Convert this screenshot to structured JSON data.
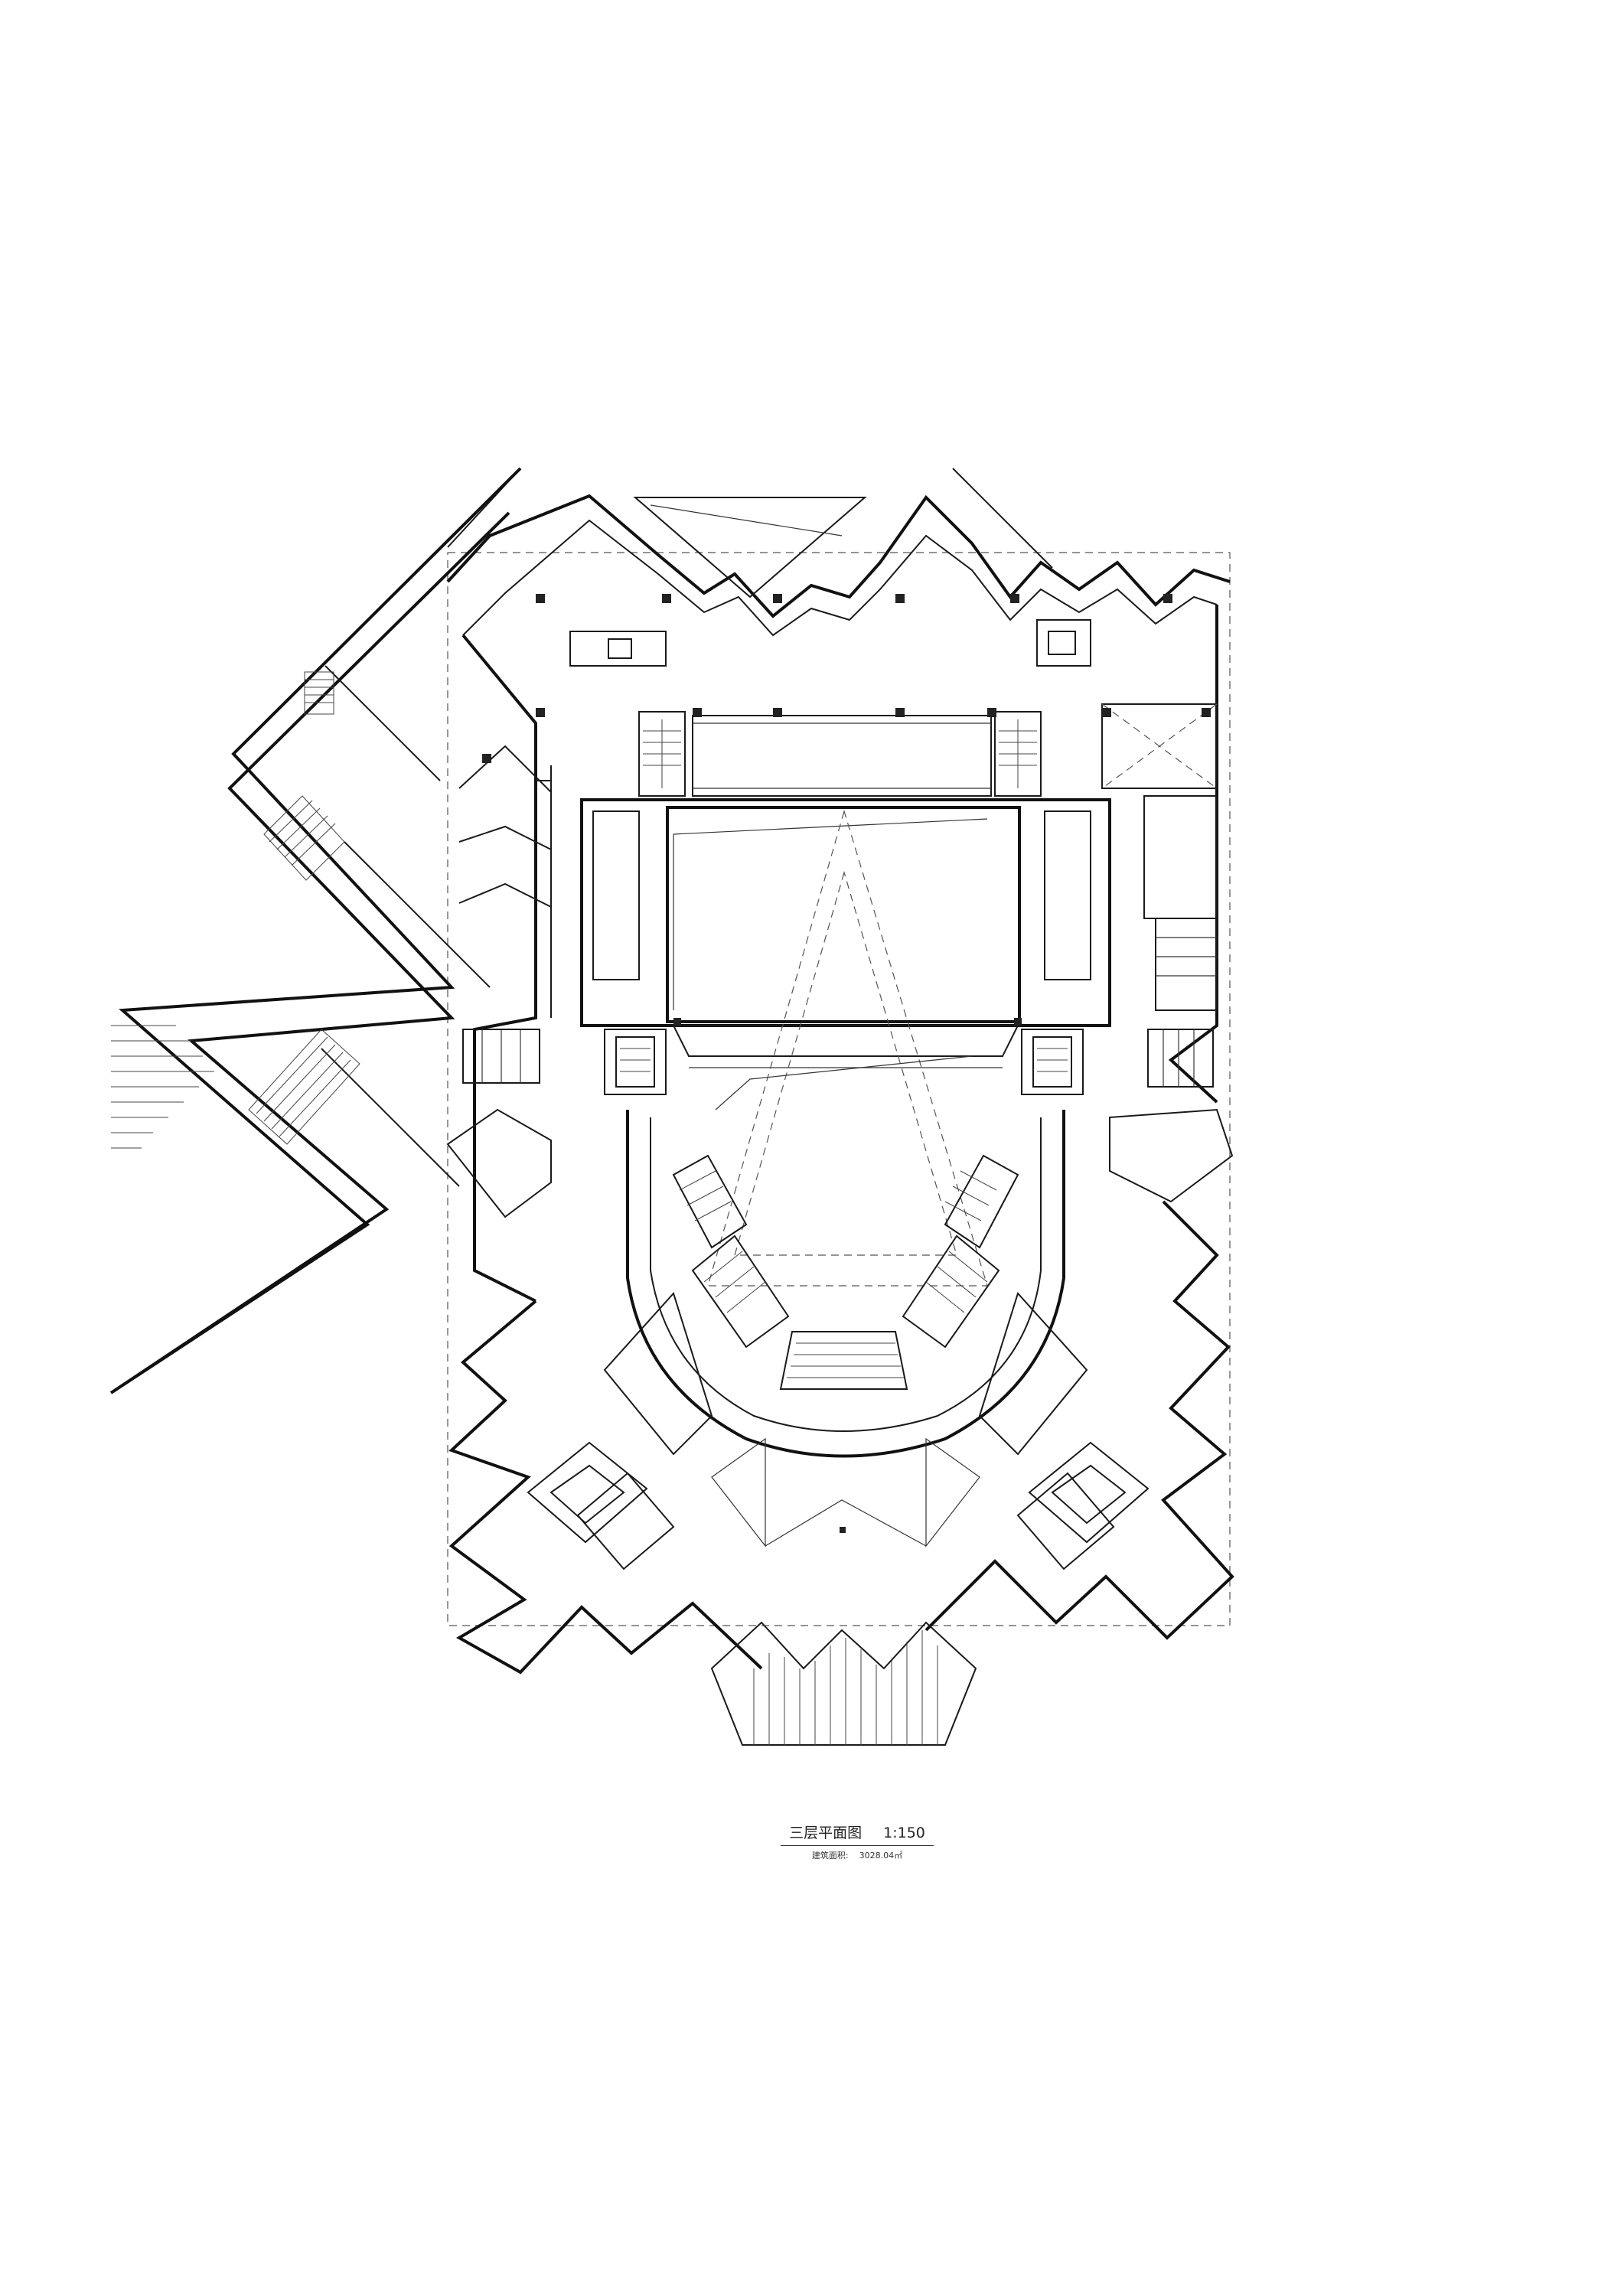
{
  "drawing": {
    "title": "三层平面图",
    "scale": "1:150",
    "area_label": "建筑面积:",
    "area_value": "3028.04㎡"
  }
}
